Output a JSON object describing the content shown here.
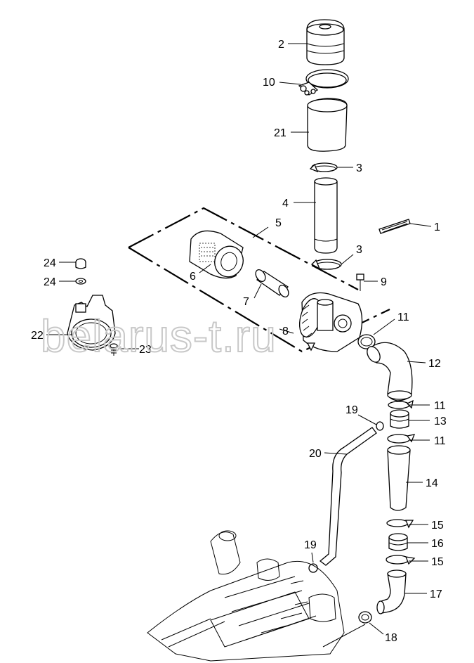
{
  "watermark": "belarus-t.ru",
  "callouts": [
    {
      "id": "c2",
      "text": "2"
    },
    {
      "id": "c10",
      "text": "10"
    },
    {
      "id": "c21",
      "text": "21"
    },
    {
      "id": "c3a",
      "text": "3"
    },
    {
      "id": "c4",
      "text": "4"
    },
    {
      "id": "c5",
      "text": "5"
    },
    {
      "id": "c1",
      "text": "1"
    },
    {
      "id": "c3b",
      "text": "3"
    },
    {
      "id": "c24a",
      "text": "24"
    },
    {
      "id": "c24b",
      "text": "24"
    },
    {
      "id": "c6",
      "text": "6"
    },
    {
      "id": "c9",
      "text": "9"
    },
    {
      "id": "c7",
      "text": "7"
    },
    {
      "id": "c11a",
      "text": "11"
    },
    {
      "id": "c22",
      "text": "22"
    },
    {
      "id": "c8",
      "text": "8"
    },
    {
      "id": "c23",
      "text": "23"
    },
    {
      "id": "c12",
      "text": "12"
    },
    {
      "id": "c11b",
      "text": "11"
    },
    {
      "id": "c19a",
      "text": "19"
    },
    {
      "id": "c13",
      "text": "13"
    },
    {
      "id": "c11c",
      "text": "11"
    },
    {
      "id": "c20",
      "text": "20"
    },
    {
      "id": "c14",
      "text": "14"
    },
    {
      "id": "c15a",
      "text": "15"
    },
    {
      "id": "c19b",
      "text": "19"
    },
    {
      "id": "c16",
      "text": "16"
    },
    {
      "id": "c15b",
      "text": "15"
    },
    {
      "id": "c17",
      "text": "17"
    },
    {
      "id": "c18",
      "text": "18"
    }
  ]
}
